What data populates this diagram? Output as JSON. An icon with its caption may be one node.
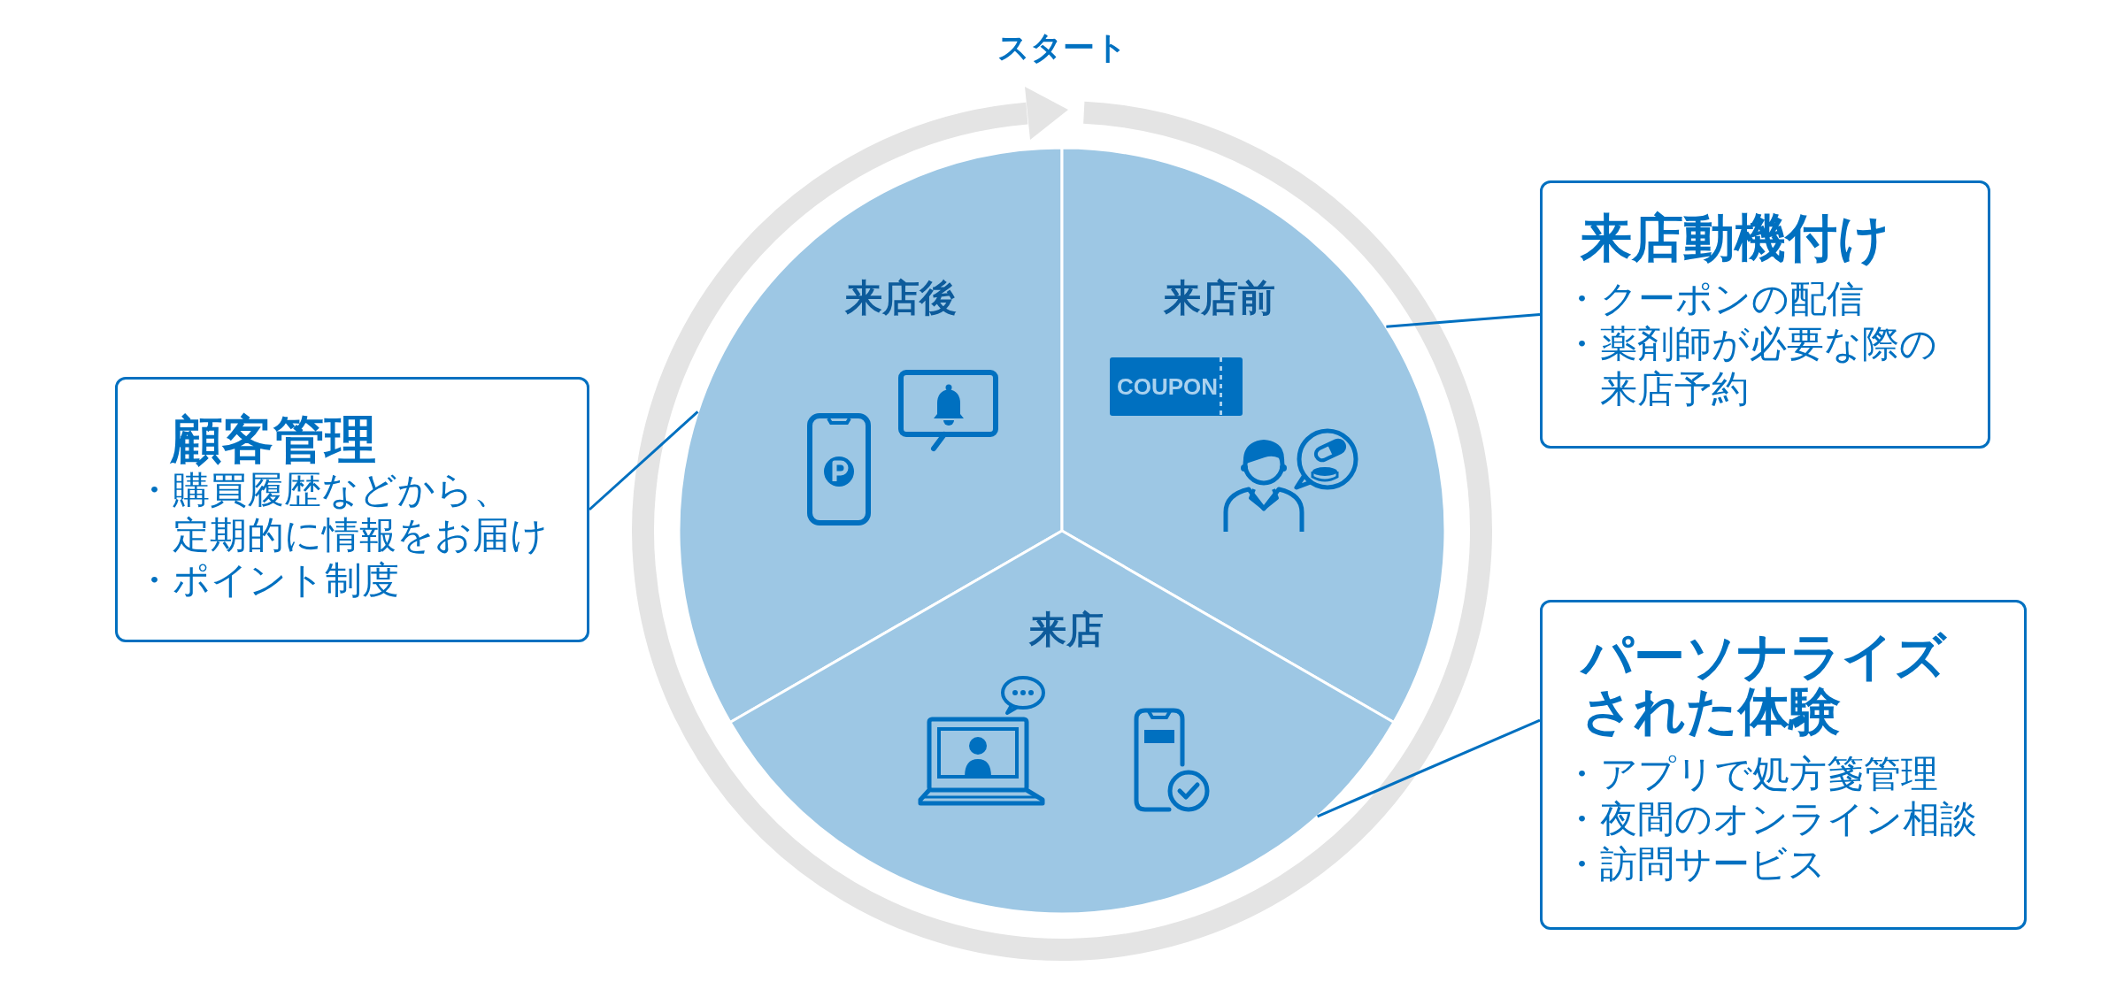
{
  "diagram": {
    "nodes": [
      {
        "text": [
          "来店後"
        ]
      },
      {
        "text": [
          "来店前"
        ]
      },
      {
        "text": [
          "COUPON"
        ],
        "in": 1
      },
      {
        "text": [
          "来店"
        ]
      },
      {
        "text": [
          "顧客管理",
          "・購買履歴などから、定期的に情報をお届け",
          "・ポイント制度"
        ]
      },
      {
        "text": [
          "来店動機付け",
          "・クーポンの配信",
          "・薬剤師が必要な際の来店予約"
        ]
      },
      {
        "text": [
          "パーソナライズされた体験",
          "・アプリで処方箋管理",
          "・夜間のオンライン相談",
          "・訪問サービス"
        ]
      }
    ],
    "edges": [
      {
        "from": 4,
        "to": 0,
        "arrow": "none"
      },
      {
        "from": 5,
        "to": 1,
        "arrow": "none"
      },
      {
        "from": 6,
        "to": 3,
        "arrow": "none"
      }
    ],
    "labels": [
      "スタート"
    ]
  }
}
